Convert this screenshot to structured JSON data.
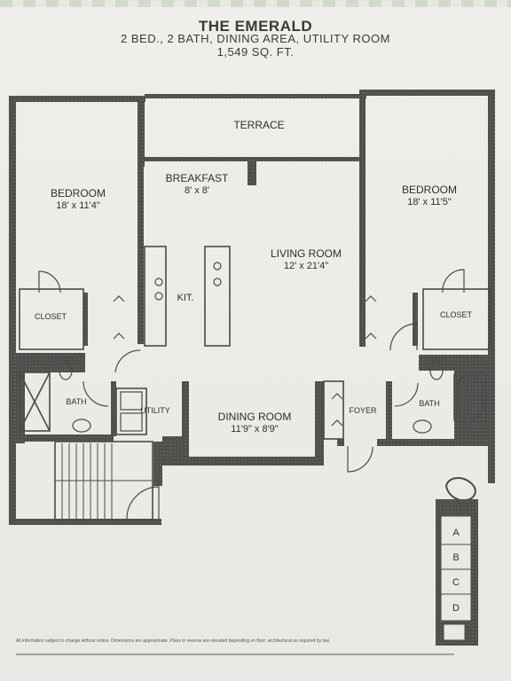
{
  "header": {
    "title": "THE EMERALD",
    "subtitle": "2 BED., 2 BATH, DINING AREA, UTILITY ROOM",
    "area": "1,549 SQ. FT."
  },
  "rooms": {
    "terrace": "TERRACE",
    "breakfast": "BREAKFAST",
    "breakfast_dim": "8' x 8'",
    "bedroom_left": "BEDROOM",
    "bedroom_left_dim": "18' x 11'4\"",
    "bedroom_right": "BEDROOM",
    "bedroom_right_dim": "18' x 11'5\"",
    "living": "LIVING ROOM",
    "living_dim": "12' x 21'4\"",
    "kitchen": "KIT.",
    "closet_left": "CLOSET",
    "closet_right": "CLOSET",
    "bath_left": "BATH",
    "bath_right": "BATH",
    "utility": "UTILITY",
    "dining": "DINING ROOM",
    "dining_dim": "11'9\" x 8'9\"",
    "foyer": "FOYER"
  },
  "storage": [
    "A",
    "B",
    "C",
    "D"
  ],
  "footnote": "All information subject to change without notice. Dimensions are approximate. Plans in reverse are elevated depending on floor; architectural as required by law."
}
